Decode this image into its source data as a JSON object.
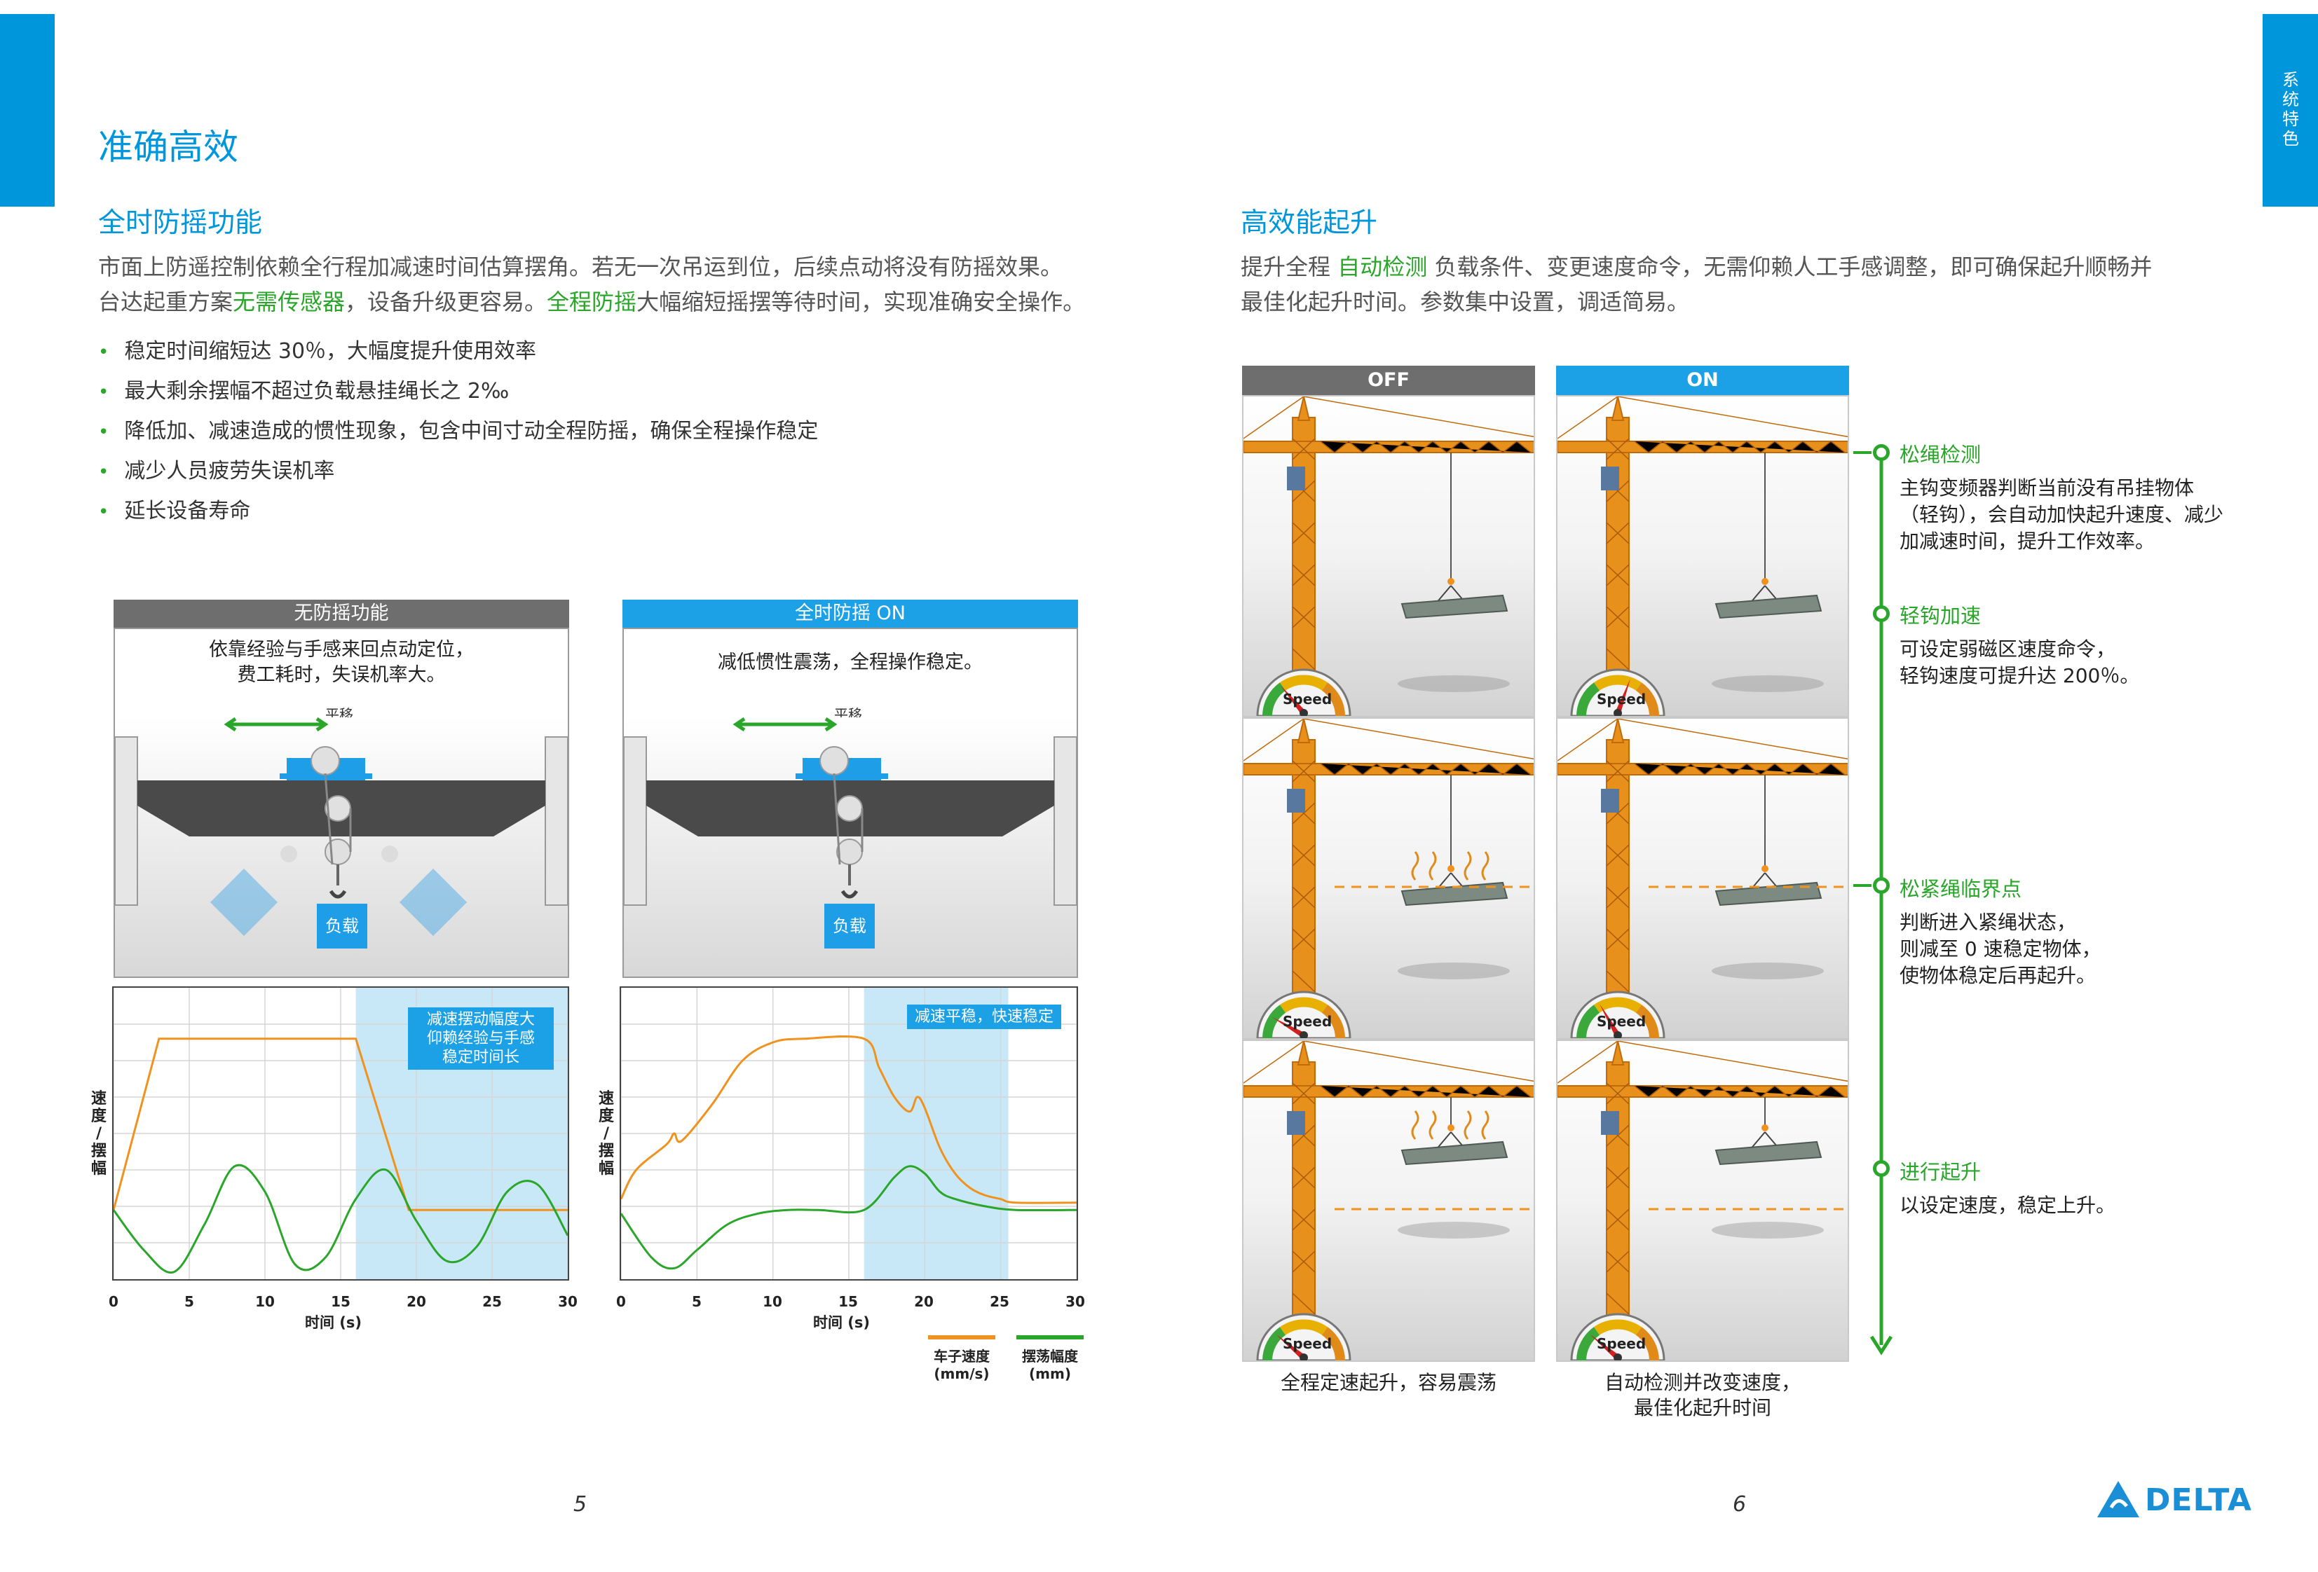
{
  "side_tab": {
    "label": "系统特色"
  },
  "page_title": "准确高效",
  "left": {
    "heading": "全时防摇功能",
    "para_line1": "市面上防遥控制依赖全行程加减速时间估算摆角。若无一次吊运到位，后续点动将没有防摇效果。",
    "para_line2_a": "台达起重方案",
    "para_line2_b": "无需传感器",
    "para_line2_c": "，设备升级更容易。",
    "para_line2_d": "全程防摇",
    "para_line2_e": "大幅缩短摇摆等待时间，实现准确安全操作。",
    "bullets": [
      "稳定时间缩短达 30％，大幅度提升使用效率",
      "最大剩余摆幅不超过负载悬挂绳长之 2‰",
      "降低加、减速造成的惯性现象，包含中间寸动全程防摇，确保全程操作稳定",
      "减少人员疲劳失误机率",
      "延长设备寿命"
    ],
    "panel_off": {
      "header": "无防摇功能",
      "desc_line1": "依靠经验与手感来回点动定位，",
      "desc_line2": "费工耗时，失误机率大。",
      "move_label": "平移",
      "load_label": "负载"
    },
    "panel_on": {
      "header": "全时防摇 ON",
      "desc": "减低惯性震荡，全程操作稳定。",
      "move_label": "平移",
      "load_label": "负载"
    },
    "chart_off_callout": [
      "减速摆动幅度大",
      "仰赖经验与手感",
      "稳定时间长"
    ],
    "chart_on_callout": "减速平稳，快速稳定",
    "y_label": [
      "速",
      "度",
      "/",
      "摆",
      "幅"
    ],
    "x_title": "时间 (s)",
    "x_ticks": [
      "0",
      "5",
      "10",
      "15",
      "20",
      "25",
      "30"
    ],
    "legend_speed": [
      "车子速度",
      "(mm/s)"
    ],
    "legend_sway": [
      "摆荡幅度",
      "(mm)"
    ],
    "colors": {
      "speed": "#f0921e",
      "sway": "#2aa62a",
      "highlight": "#c8e8f8"
    }
  },
  "chart_data": [
    {
      "type": "line",
      "title": "",
      "xlabel": "时间 (s)",
      "ylabel": "速度 / 摆幅",
      "xlim": [
        0,
        30
      ],
      "highlight": [
        16,
        30
      ],
      "series": [
        {
          "name": "车子速度 (mm/s)",
          "x": [
            0,
            3,
            16,
            19.5,
            30
          ],
          "values": [
            1.9,
            6.6,
            6.6,
            1.9,
            1.9
          ]
        },
        {
          "name": "摆荡幅度 (mm)",
          "x": [
            0,
            2,
            4,
            6,
            8,
            10,
            12,
            14,
            16,
            18,
            20,
            22,
            24,
            26,
            28,
            30
          ],
          "values": [
            1.9,
            0.8,
            0.2,
            1.5,
            3.1,
            2.4,
            0.4,
            0.6,
            2.2,
            3.0,
            1.6,
            0.5,
            0.9,
            2.4,
            2.6,
            1.2
          ]
        }
      ]
    },
    {
      "type": "line",
      "title": "",
      "xlabel": "时间 (s)",
      "ylabel": "速度 / 摆幅",
      "xlim": [
        0,
        30
      ],
      "highlight": [
        16,
        25.5
      ],
      "series": [
        {
          "name": "车子速度 (mm/s)",
          "x": [
            0,
            1,
            3,
            3.5,
            4,
            6,
            8,
            10,
            12,
            16,
            17,
            18,
            19,
            19.5,
            20,
            21,
            22,
            23,
            24,
            25,
            26,
            30
          ],
          "values": [
            2.2,
            3.0,
            3.7,
            4.0,
            3.8,
            4.8,
            6.0,
            6.5,
            6.6,
            6.6,
            5.8,
            5.0,
            4.6,
            5.0,
            4.7,
            3.6,
            2.9,
            2.5,
            2.3,
            2.2,
            2.1,
            2.1
          ]
        },
        {
          "name": "摆荡幅度 (mm)",
          "x": [
            0,
            2,
            3.5,
            5,
            7,
            9,
            11,
            13,
            16,
            18,
            19,
            20,
            21,
            22,
            24,
            26,
            30
          ],
          "values": [
            1.8,
            0.6,
            0.3,
            0.8,
            1.5,
            1.8,
            1.9,
            1.9,
            1.9,
            2.8,
            3.1,
            2.9,
            2.4,
            2.2,
            2.0,
            1.9,
            1.9
          ]
        }
      ]
    }
  ],
  "right": {
    "heading": "高效能起升",
    "para_a": "提升全程",
    "para_b": "自动检测",
    "para_c": "负载条件、变更速度命令，无需仰赖人工手感调整，即可确保起升顺畅并",
    "para_line2": "最佳化起升时间。参数集中设置，调适简易。",
    "off_label": "OFF",
    "on_label": "ON",
    "speed_label": "Speed",
    "caption_off": "全程定速起升，容易震荡",
    "caption_on_1": "自动检测并改变速度，",
    "caption_on_2": "最佳化起升时间",
    "steps": [
      {
        "title": "松绳检测",
        "lines": [
          "主钩变频器判断当前没有吊挂物体",
          "（轻钩），会自动加快起升速度、减少",
          "加减速时间，提升工作效率。"
        ]
      },
      {
        "title": "轻钩加速",
        "lines": [
          "可设定弱磁区速度命令，",
          "轻钩速度可提升达 200％。"
        ]
      },
      {
        "title": "松紧绳临界点",
        "lines": [
          "判断进入紧绳状态，",
          "则减至 0 速稳定物体，",
          "使物体稳定后再起升。"
        ]
      },
      {
        "title": "进行起升",
        "lines": [
          "以设定速度，稳定上升。"
        ]
      }
    ]
  },
  "page_numbers": {
    "left": "5",
    "right": "6"
  },
  "brand": "DELTA",
  "accent_colors": {
    "blue": "#0096dc",
    "green": "#2aa62a",
    "orange": "#f0921e",
    "gray": "#6e6e6e"
  }
}
